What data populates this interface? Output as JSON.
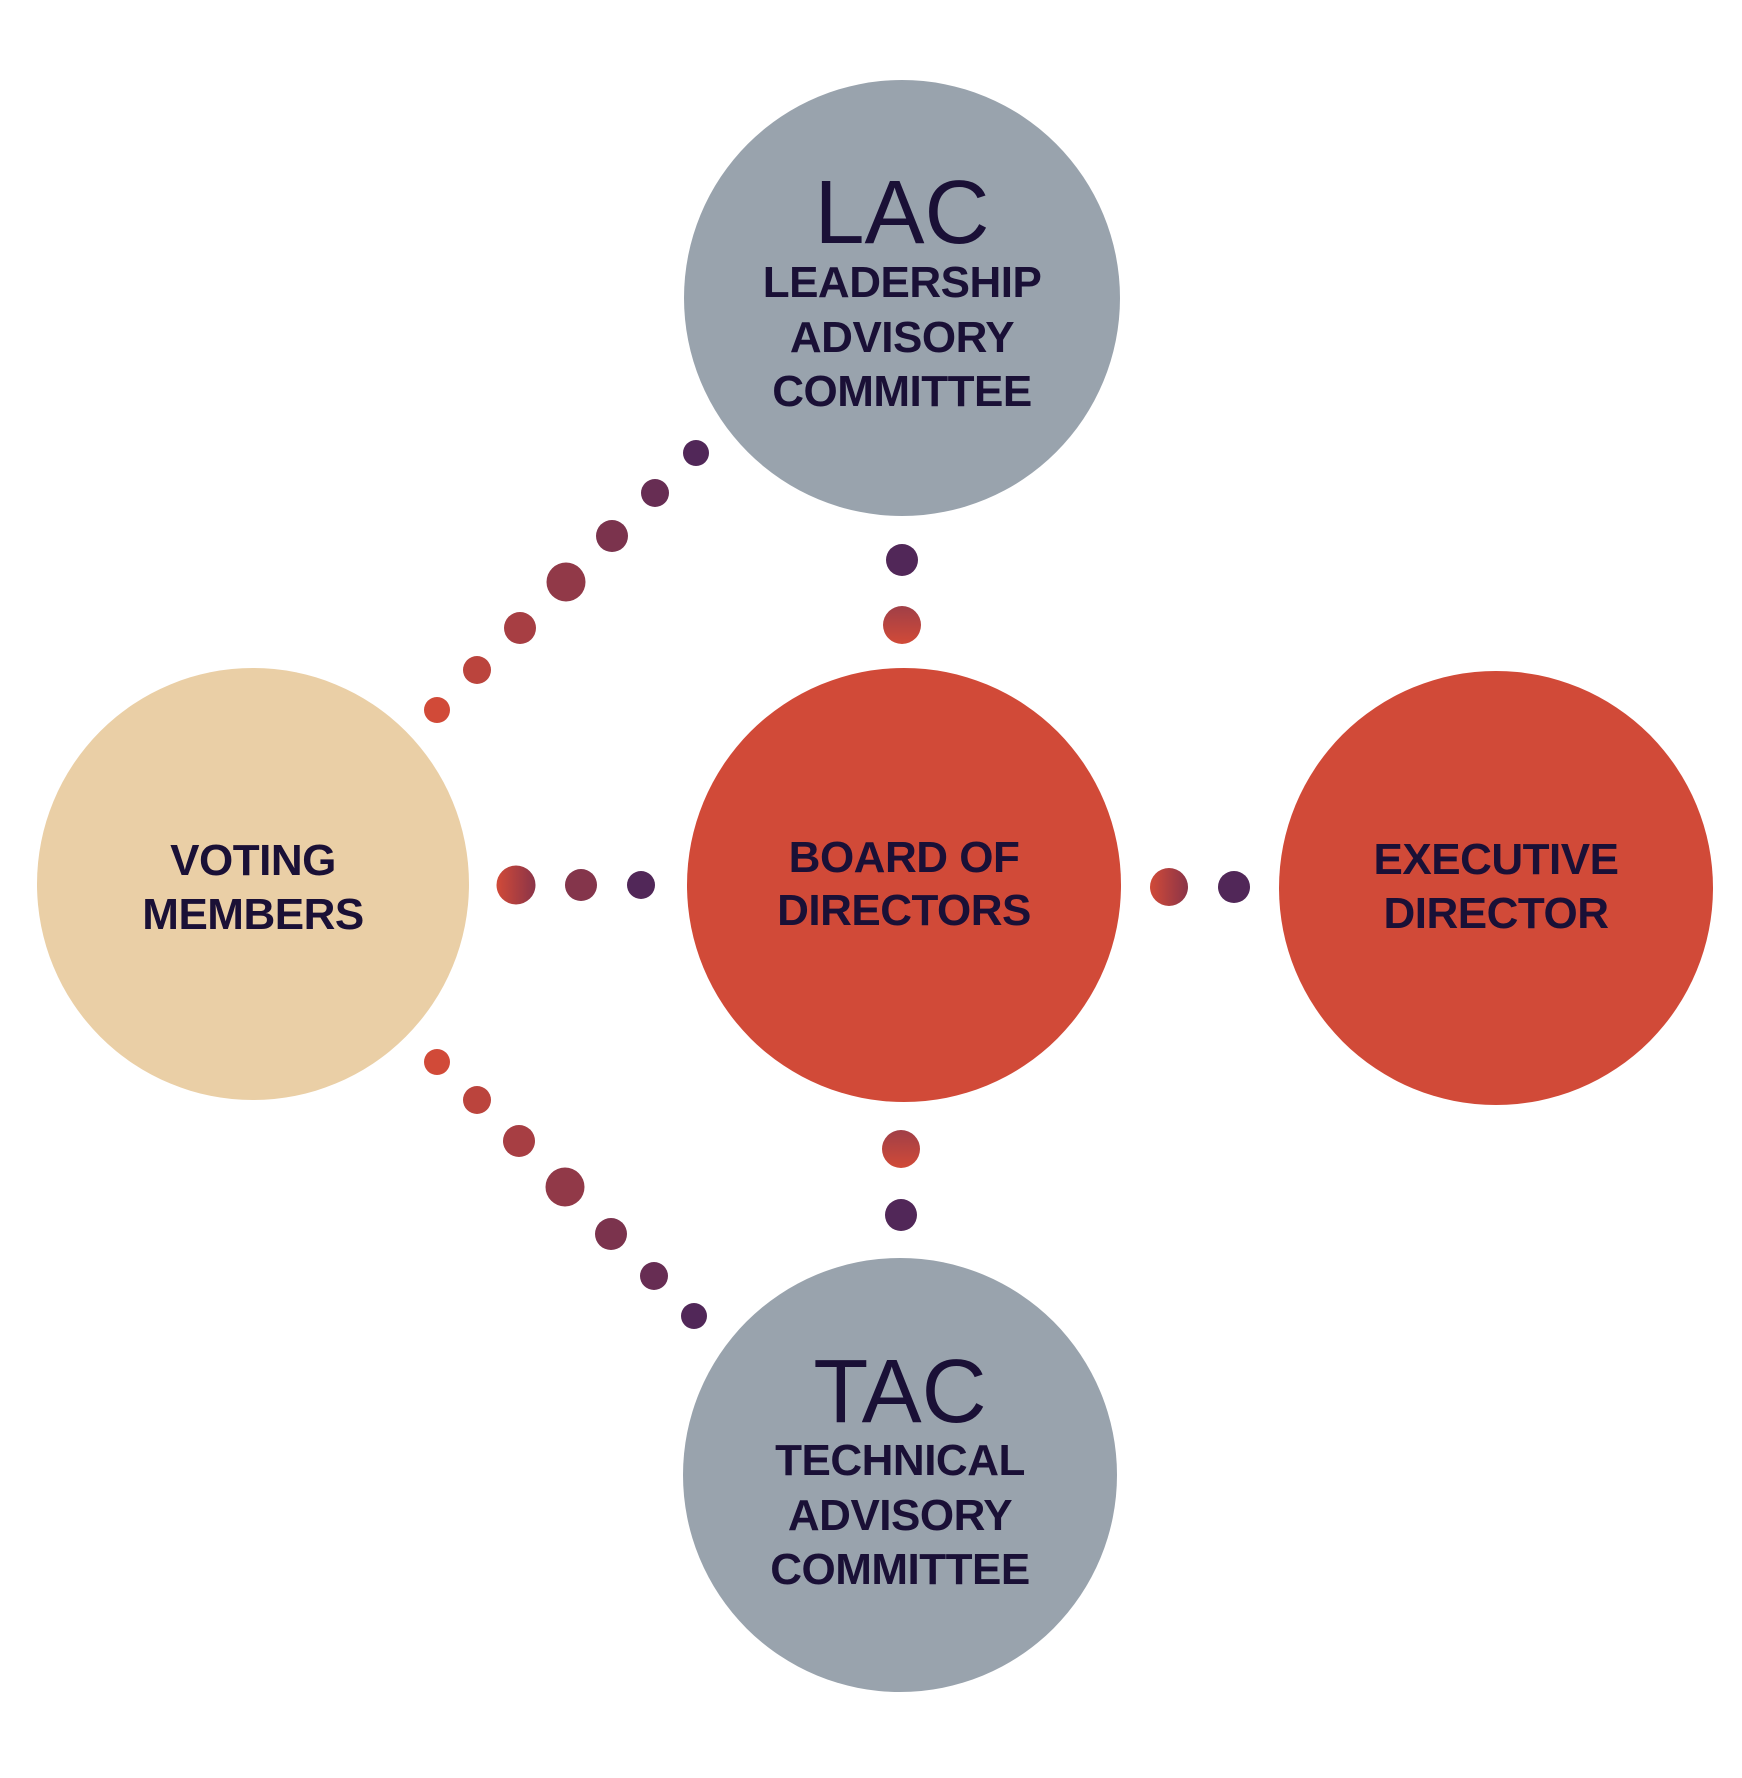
{
  "colors": {
    "advisory_node": "#99a3ad",
    "voting_node": "#eacfa6",
    "governance_node": "#d14a38",
    "text": "#1a1036",
    "connector_warm": "#d14a38",
    "connector_cool": "#512758"
  },
  "nodes": {
    "lac": {
      "abbr": "LAC",
      "lines": [
        "LEADERSHIP",
        "ADVISORY",
        "COMMITTEE"
      ]
    },
    "tac": {
      "abbr": "TAC",
      "lines": [
        "TECHNICAL",
        "ADVISORY",
        "COMMITTEE"
      ]
    },
    "voting": {
      "lines": [
        "VOTING",
        "MEMBERS"
      ]
    },
    "board": {
      "lines": [
        "BOARD OF",
        "DIRECTORS"
      ]
    },
    "executive": {
      "lines": [
        "EXECUTIVE",
        "DIRECTOR"
      ]
    }
  }
}
